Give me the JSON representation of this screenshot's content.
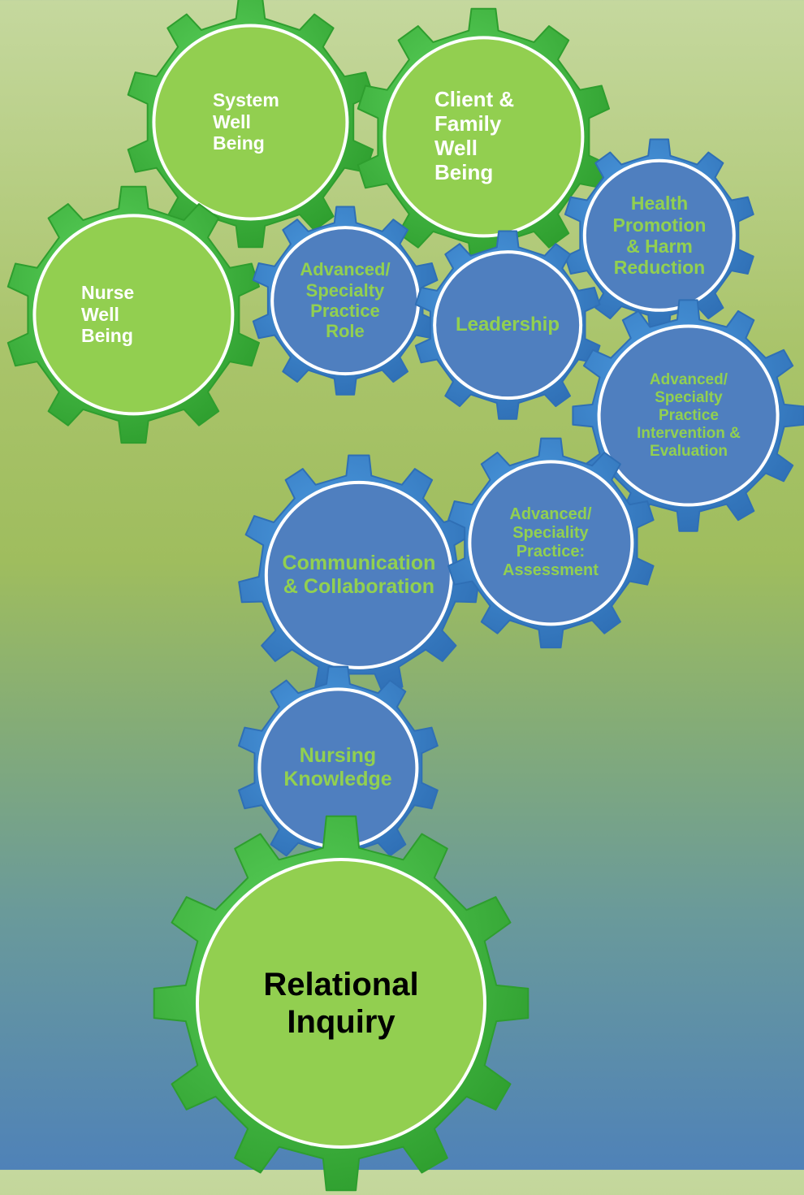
{
  "colors": {
    "green_gear": "#2e9e2e",
    "green_gear_light": "#5cd25c",
    "green_face": "#92cf50",
    "blue_gear": "#2f6fb5",
    "blue_gear_light": "#4c9be0",
    "blue_face": "#4f7fbf",
    "text_white": "#ffffff",
    "text_green": "#92d050",
    "text_black": "#000000"
  },
  "gears": [
    {
      "id": "system-well-being",
      "text": "System\nWell\nBeing",
      "theme": "green",
      "text_color": "white"
    },
    {
      "id": "client-family-well-being",
      "text": "Client &\nFamily\nWell\nBeing",
      "theme": "green",
      "text_color": "white"
    },
    {
      "id": "nurse-well-being",
      "text": "Nurse\nWell\nBeing",
      "theme": "green",
      "text_color": "white"
    },
    {
      "id": "health-promotion",
      "text": "Health\nPromotion\n& Harm\nReduction",
      "theme": "blue",
      "text_color": "green"
    },
    {
      "id": "advanced-specialty-practice-role",
      "text": "Advanced/\nSpecialty\nPractice\nRole",
      "theme": "blue",
      "text_color": "green"
    },
    {
      "id": "leadership",
      "text": "Leadership",
      "theme": "blue",
      "text_color": "green"
    },
    {
      "id": "intervention-evaluation",
      "text": "Advanced/\nSpecialty\nPractice\nIntervention &\nEvaluation",
      "theme": "blue",
      "text_color": "green"
    },
    {
      "id": "communication-collaboration",
      "text": "Communication\n& Collaboration",
      "theme": "blue",
      "text_color": "green"
    },
    {
      "id": "practice-assessment",
      "text": "Advanced/\nSpeciality\nPractice:\nAssessment",
      "theme": "blue",
      "text_color": "green"
    },
    {
      "id": "nursing-knowledge",
      "text": "Nursing\nKnowledge",
      "theme": "blue",
      "text_color": "green"
    },
    {
      "id": "relational-inquiry",
      "text": "Relational\nInquiry",
      "theme": "green",
      "text_color": "black"
    }
  ]
}
